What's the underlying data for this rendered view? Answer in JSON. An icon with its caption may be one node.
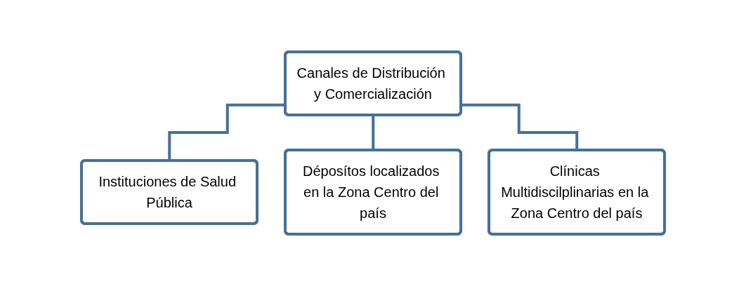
{
  "diagram": {
    "nodes": [
      {
        "text": [
          "Canales de Distribución y Comercialización"
        ]
      },
      {
        "text": [
          "Instituciones de Salud Pública"
        ]
      },
      {
        "text": [
          "Déposítos localizados en la Zona Centro del país"
        ]
      },
      {
        "text": [
          "Clínicas Multidiscilplinarias en la Zona Centro del país"
        ]
      }
    ],
    "edges": [
      {
        "from": 0,
        "to": 1,
        "arrow": "none"
      },
      {
        "from": 0,
        "to": 2,
        "arrow": "none"
      },
      {
        "from": 0,
        "to": 3,
        "arrow": "none"
      }
    ]
  }
}
